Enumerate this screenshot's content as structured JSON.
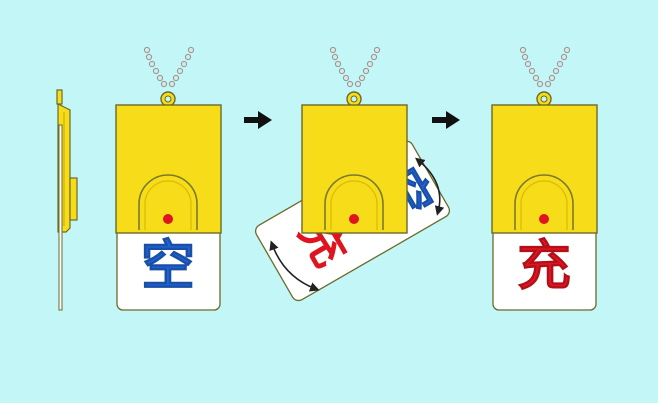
{
  "panels": [
    {
      "name": "side-view"
    },
    {
      "name": "tag-front",
      "card_label": "空",
      "card_label_color": "#1f64d8"
    },
    {
      "name": "tag-rotating",
      "card_label_front": "空",
      "card_label_back": "充",
      "front_color": "#1f64d8",
      "back_color": "#e0141e"
    },
    {
      "name": "tag-flipped",
      "card_label": "充",
      "card_label_color": "#e0141e"
    }
  ],
  "colors": {
    "background": "#c3f6f6",
    "holder": "#f7dc1a",
    "holder_outline": "#6b6a2a",
    "card": "#ffffff",
    "pin": "#e0141e",
    "chain": "#9aa3a0",
    "arrow": "#111111"
  },
  "icons": [
    "ball-chain-icon",
    "right-arrow-icon",
    "rotate-arrow-icon"
  ]
}
